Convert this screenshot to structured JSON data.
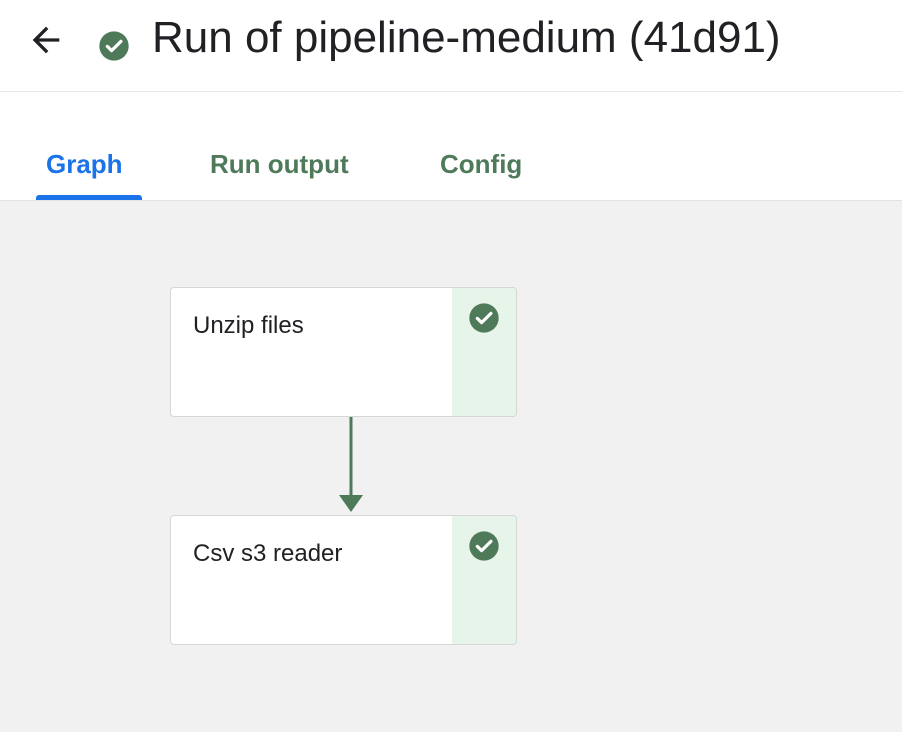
{
  "header": {
    "title": "Run of pipeline-medium (41d91)",
    "status": "success",
    "back_icon": "arrow-left-icon",
    "status_icon": "check-circle-icon"
  },
  "tabs": [
    {
      "label": "Graph",
      "active": true
    },
    {
      "label": "Run output",
      "active": false
    },
    {
      "label": "Config",
      "active": false
    }
  ],
  "graph": {
    "nodes": [
      {
        "label": "Unzip files",
        "status": "success",
        "status_icon": "check-circle-icon"
      },
      {
        "label": "Csv s3 reader",
        "status": "success",
        "status_icon": "check-circle-icon"
      }
    ],
    "edges": [
      {
        "from": "Unzip files",
        "to": "Csv s3 reader"
      }
    ]
  },
  "colors": {
    "accent": "#1a73e8",
    "success": "#4e7a5a",
    "success_bg": "#e6f4ea",
    "canvas_bg": "#f1f1f1",
    "title_text": "#202124"
  }
}
